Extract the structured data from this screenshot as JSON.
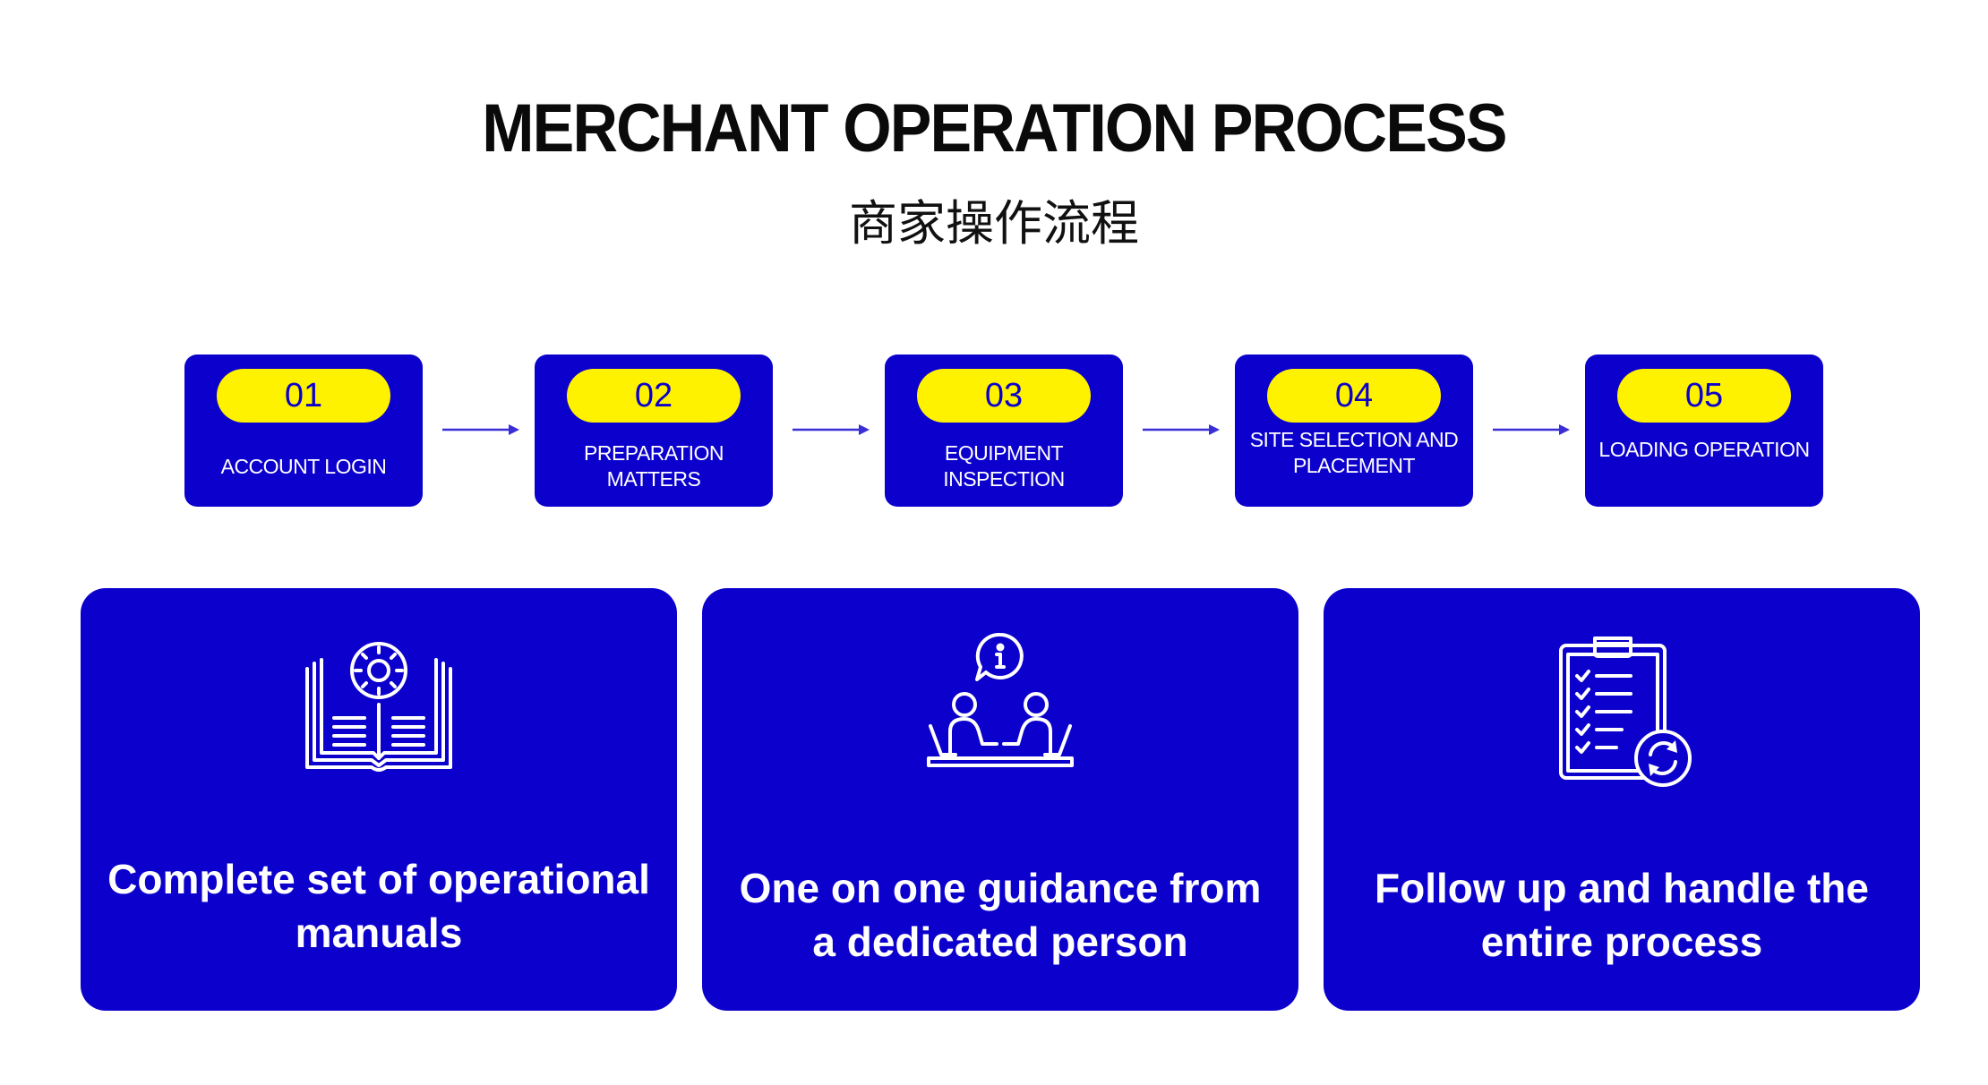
{
  "header": {
    "title": "MERCHANT OPERATION PROCESS",
    "subtitle": "商家操作流程"
  },
  "colors": {
    "primary_blue": "#0c00cc",
    "pill_yellow": "#fff200",
    "text_dark": "#0a0a0a",
    "white": "#ffffff"
  },
  "steps": [
    {
      "number": "01",
      "label": "ACCOUNT LOGIN"
    },
    {
      "number": "02",
      "label": "PREPARATION MATTERS"
    },
    {
      "number": "03",
      "label": "EQUIPMENT INSPECTION"
    },
    {
      "number": "04",
      "label": "SITE SELECTION AND PLACEMENT"
    },
    {
      "number": "05",
      "label": "LOADING OPERATION"
    }
  ],
  "cards": [
    {
      "icon": "gear-book-icon",
      "text": "Complete set of operational manuals"
    },
    {
      "icon": "consultation-icon",
      "text": "One on one guidance from a dedicated person"
    },
    {
      "icon": "clipboard-refresh-icon",
      "text": "Follow up and handle the entire process"
    }
  ]
}
